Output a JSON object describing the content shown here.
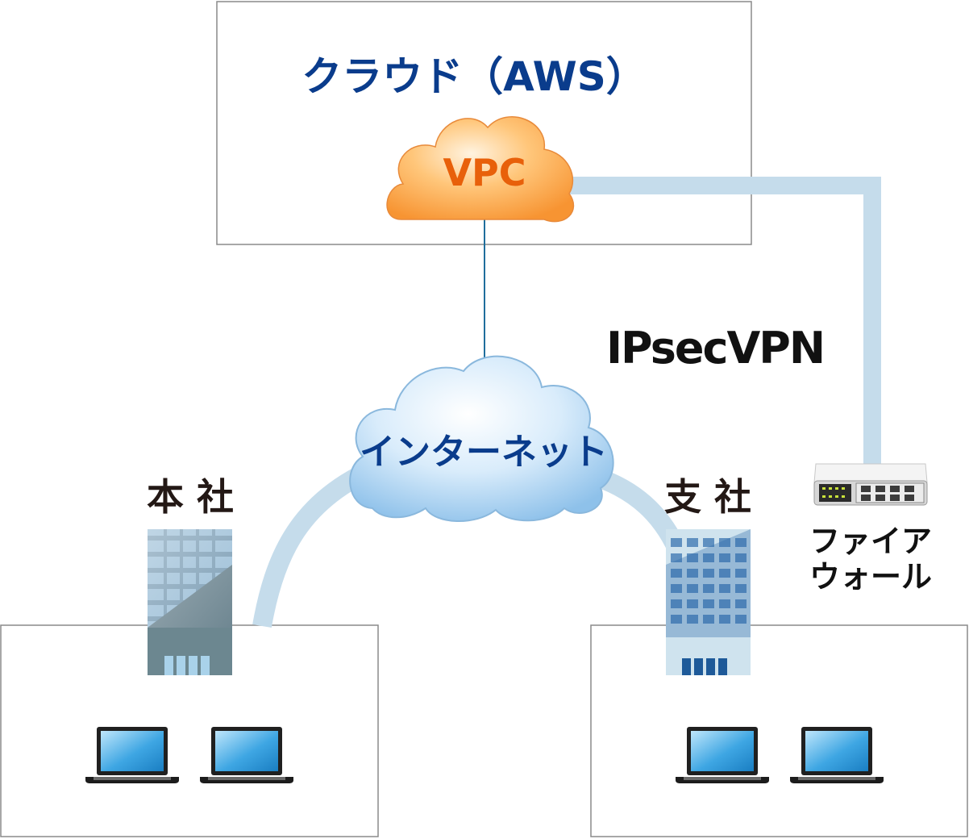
{
  "cloud_title": "クラウド（AWS）",
  "vpc_label": "VPC",
  "internet_label": "インターネット",
  "vpn_label": "IPsecVPN",
  "hq_label": "本 社",
  "branch_label": "支 社",
  "firewall_label_line1": "ファイア",
  "firewall_label_line2": "ウォール",
  "colors": {
    "title_blue": "#0a3c8c",
    "vpc_orange": "#e8600a",
    "link_light_blue": "#c5dceb",
    "connector_blue": "#1f6e9c",
    "border_gray": "#8a8a8a",
    "label_black": "#231815"
  }
}
